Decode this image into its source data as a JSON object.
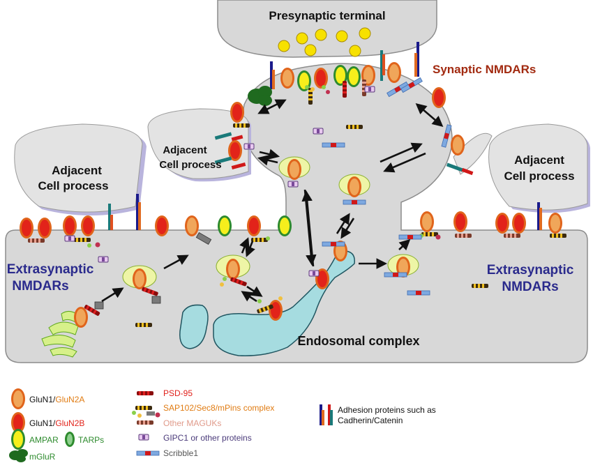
{
  "labels": {
    "presynaptic": "Presynaptic terminal",
    "synaptic": "Synaptic NMDARs",
    "adjacent_left_1": "Adjacent",
    "adjacent_left_2": "Cell process",
    "adjacent_mid_1": "Adjacent",
    "adjacent_mid_2": "Cell process",
    "adjacent_right_1": "Adjacent",
    "adjacent_right_2": "Cell process",
    "extra_left_1": "Extrasynaptic",
    "extra_left_2": "NMDARs",
    "extra_right_1": "Extrasynaptic",
    "extra_right_2": "NMDARs",
    "endosomal": "Endosomal complex"
  },
  "legend": {
    "glun2a_prefix": "GluN1/",
    "glun2a_suffix": "GluN2A",
    "glun2b_prefix": "GluN1/",
    "glun2b_suffix": "GluN2B",
    "ampar": "AMPAR",
    "tarps": "TARPs",
    "mglur": "mGluR",
    "psd95": "PSD-95",
    "sap102": "SAP102/Sec8/mPins complex",
    "other_maguks": "Other MAGUKs",
    "gipc1": "GIPC1 or other proteins",
    "scribble1": "Scribble1",
    "adhesion_1": "Adhesion proteins such as",
    "adhesion_2": "Cadherin/Catenin"
  },
  "colors": {
    "membrane_fill": "#d8d8d8",
    "membrane_edge": "#8c8c8c",
    "adjacent_shadow": "#b9b4dd",
    "glun2a_orange": "#f0a65a",
    "glun2b_red": "#e2231a",
    "receptor_outline": "#e0641b",
    "ampar_yellow": "#f6ef1c",
    "ampar_green": "#2e8b2e",
    "vesicle_yellow": "#f7e100",
    "endosome_cyan": "#a6dce0",
    "vesicle_green": "#d7f08a",
    "extra_text": "#2a2a8c",
    "synaptic_text": "#a22a10",
    "sap_text": "#e07b12",
    "psd_text": "#e0201a",
    "maguk_text": "#e09a8a",
    "gipc_text": "#4a3a7a",
    "scribble_text": "#555555",
    "green_text": "#2e8b2e"
  }
}
